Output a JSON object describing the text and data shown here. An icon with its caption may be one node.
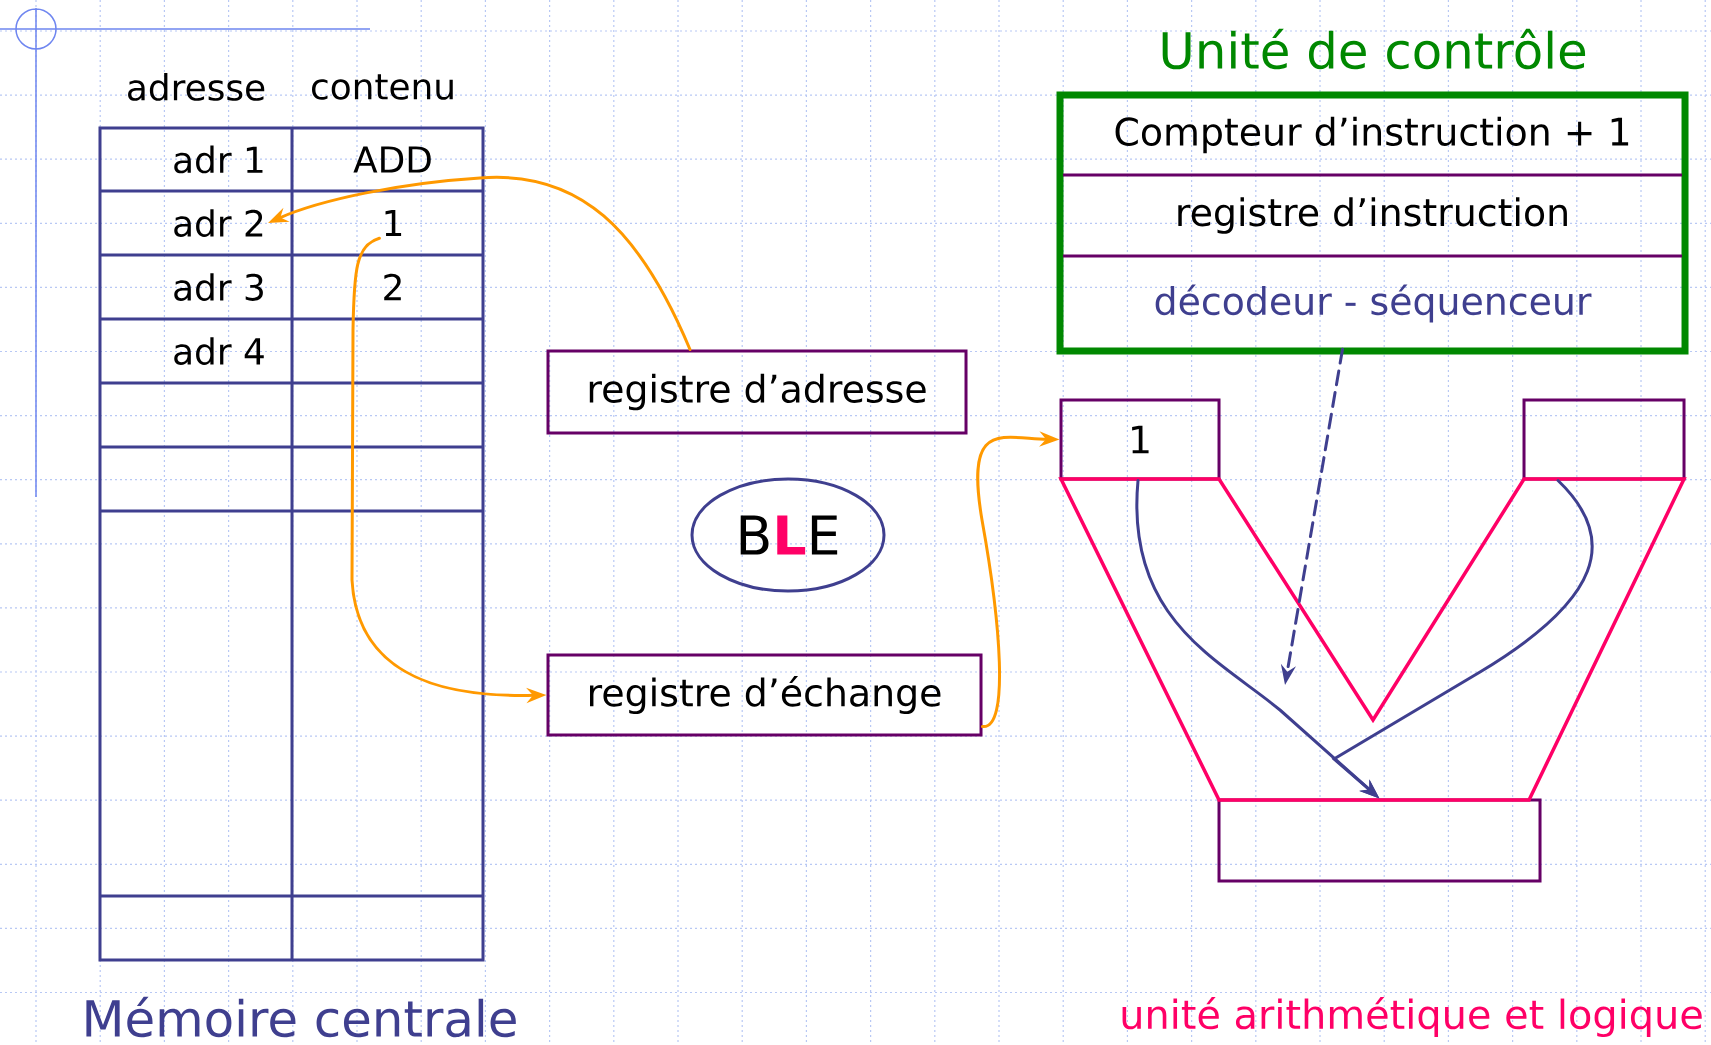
{
  "diagram": {
    "nodes": [
      {
        "text": [
          "Mémoire centrale"
        ]
      },
      {
        "text": [
          "adr 1"
        ],
        "in": 0
      },
      {
        "text": [
          "ADD"
        ],
        "in": 0
      },
      {
        "text": [
          "adr 2"
        ],
        "in": 0
      },
      {
        "text": [
          "1"
        ],
        "in": 0
      },
      {
        "text": [
          "adr 3"
        ],
        "in": 0
      },
      {
        "text": [
          "2"
        ],
        "in": 0
      },
      {
        "text": [
          "adr 4"
        ],
        "in": 0
      },
      {
        "text": [
          "registre d’adresse"
        ]
      },
      {
        "text": [
          "B",
          "L",
          "E"
        ]
      },
      {
        "text": [
          "registre d’échange"
        ]
      },
      {
        "text": [
          "Unité de contrôle"
        ]
      },
      {
        "text": [
          "Compteur d’instruction + 1"
        ],
        "in": 11
      },
      {
        "text": [
          "registre d’instruction"
        ],
        "in": 11
      },
      {
        "text": [
          "décodeur - séquenceur"
        ],
        "in": 11
      },
      {
        "text": [
          "unité arithmétique et logique"
        ]
      },
      {
        "text": [
          "1"
        ]
      },
      {
        "text": [],
        "shape": "box"
      },
      {
        "text": [],
        "shape": "box"
      }
    ],
    "edges": [
      {
        "from": 8,
        "to": 3,
        "arrow": "to",
        "color": "#ff9900"
      },
      {
        "from": 4,
        "to": 10,
        "arrow": "to",
        "color": "#ff9900"
      },
      {
        "from": 10,
        "to": 16,
        "arrow": "to",
        "color": "#ff9900"
      },
      {
        "from": 14,
        "to": null,
        "arrow": "to",
        "style": "dashed",
        "color": "#3f3f8f"
      },
      {
        "from": 16,
        "to": 18,
        "arrow": "to",
        "color": "#3f3f8f"
      },
      {
        "from": 17,
        "to": 18,
        "arrow": "to",
        "color": "#3f3f8f"
      }
    ],
    "labels": [
      "adresse",
      "contenu"
    ]
  }
}
